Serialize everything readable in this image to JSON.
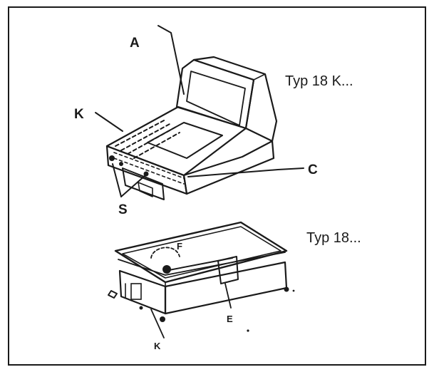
{
  "labels": {
    "A": "A",
    "K_top": "K",
    "C": "C",
    "S": "S",
    "F": "F",
    "E": "E",
    "K_bottom": "K"
  },
  "captions": {
    "top_model": "Typ 18 K...",
    "bottom_model": "Typ 18..."
  }
}
